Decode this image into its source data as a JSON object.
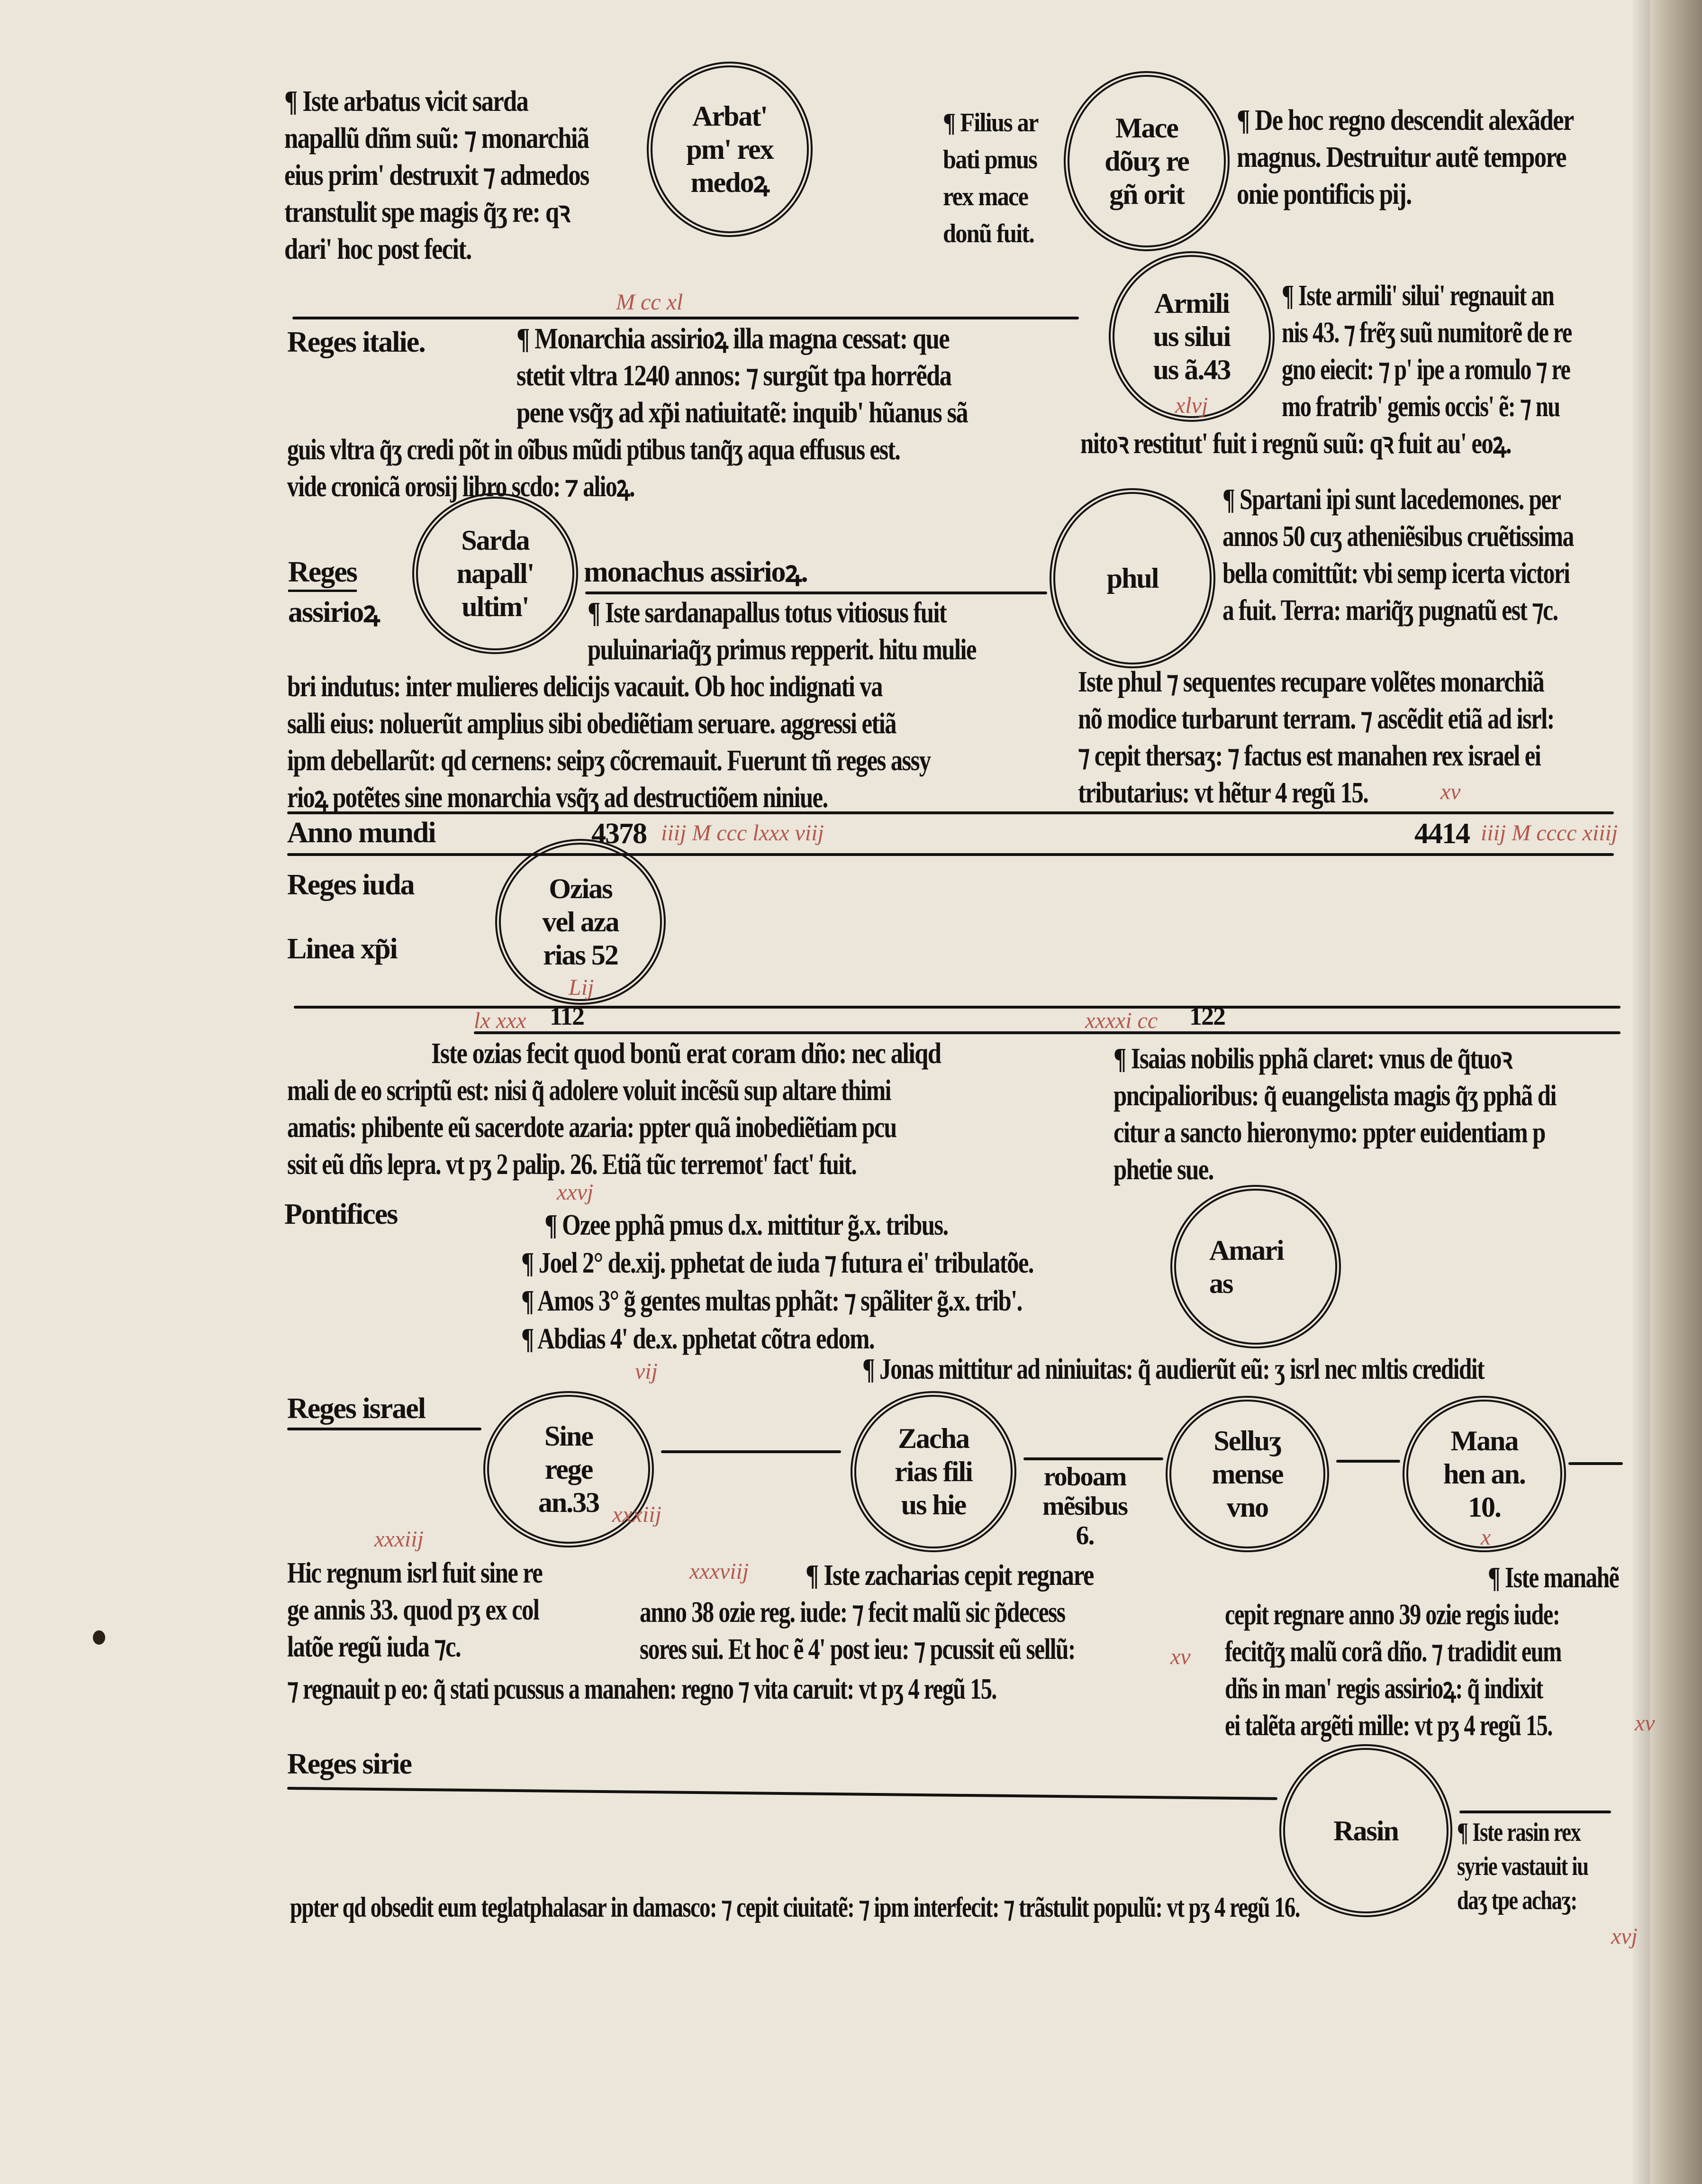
{
  "page": {
    "paper_color": "#ebe5da",
    "ink_color": "#141210",
    "rubric_color": "#b4574c"
  },
  "top": {
    "arbatus_note": [
      "¶ Iste arbatus vicit sarda",
      "napallũ dñm suũ: ⁊ monarchiã",
      "eius prim' destruxit ⁊ admedos",
      "transtulit spe magis q̃ʒ re: qꝛ",
      "dari' hoc post fecit."
    ],
    "arbatus_circle": [
      "Arbat'",
      "pm' rex",
      "medoꝝ"
    ],
    "filius_note": [
      "¶ Filius ar",
      "bati pmus",
      "rex mace",
      "donũ fuit."
    ],
    "mace_circle": [
      "Mace",
      "dõuʒ re",
      "gñ orit"
    ],
    "alexander_note": [
      "¶ De hoc regno descendit alexãder",
      "magnus. Destruitur autẽ tempore",
      "onie pontificis pij."
    ],
    "armilius_circle": [
      "Armili",
      "us silui",
      "us ã.43"
    ],
    "armilius_red": "xlvj",
    "armilius_note": [
      "¶ Iste armili' silui' regnauit an",
      "nis 43. ⁊ frẽʒ suũ numitorẽ de re",
      "gno eiecit: ⁊ p' ipe a romulo ⁊ re",
      "mo fratrib' gemis occis' ẽ: ⁊ nu"
    ],
    "armilius_last": "nitoꝛ restitut' fuit i regnũ suũ: qꝛ fuit au' eoꝝ."
  },
  "italie": {
    "label": "Reges italie.",
    "red": "M cc xl",
    "monarchia_note": [
      "¶ Monarchia assirioꝝ illa magna cessat: que",
      "stetit vltra 1240 annos: ⁊ surgũt tpa horrẽda",
      "pene vsq̃ʒ ad xp̃i natiuitatẽ: inquib' hũanus sã"
    ],
    "monarchia_cont": [
      "guis vltra q̃ʒ credi põt in oĩbus mũdi ptibus tanq̃ʒ aqua effusus est.",
      "vide cronicã orosij libro scdo: ⁊ alioꝝ."
    ]
  },
  "assyria": {
    "label_1": "Reges",
    "label_2": "assirioꝝ",
    "sarda_circle": [
      "Sarda",
      "napall'",
      "ultim'"
    ],
    "monachus": "monachus assirioꝝ.",
    "sarda_note": [
      "¶ Iste sardanapallus totus vitiosus fuit",
      "puluinariaq̃ʒ primus repperit. hitu mulie"
    ],
    "sarda_cont": [
      "bri indutus: inter mulieres delicijs vacauit. Ob hoc indignati va",
      "salli eius: noluerũt amplius sibi obediẽtiam seruare. aggressi etiã",
      "ipm debellarũt: qd cernens: seipʒ cõcremauit. Fuerunt tñ reges assy",
      "rioꝝ potẽtes sine monarchia vsq̃ʒ ad destructiõem niniue."
    ],
    "phul_circle": [
      "phul"
    ],
    "spartani_note": [
      "¶ Spartani ipi sunt lacedemones. per",
      "annos 50 cuʒ atheniẽsibus cruẽtissima",
      "bella comittũt: vbi semp icerta victori",
      "a fuit. Terra: mariq̃ʒ pugnatũ est ⁊c."
    ],
    "phul_note": [
      "Iste phul ⁊ sequentes recupare volẽtes monarchiã",
      "nõ modice turbarunt terram. ⁊ ascẽdit etiã ad isrl:",
      "⁊ cepit thersaʒ: ⁊ factus est manahen rex israel ei",
      "tributarius: vt hẽtur 4 regũ 15."
    ],
    "phul_red": "xv"
  },
  "anno": {
    "label": "Anno mundi",
    "year_1": "4378",
    "year_1_red": "iiij M ccc lxxx viij",
    "year_2": "4414",
    "year_2_red": "iiij M cccc xiiij"
  },
  "iuda": {
    "label_1": "Reges iuda",
    "label_2": "Linea xp̃i",
    "ozias_circle": [
      "Ozias",
      "vel aza",
      "rias 52"
    ],
    "ozias_red": "Lij",
    "red_1": "lx xxx",
    "num_1": "112",
    "red_2": "xxxxi cc",
    "num_2": "122",
    "ozias_note": [
      "Iste ozias fecit quod bonũ erat coram dño: nec aliqd"
    ],
    "ozias_cont": [
      "mali de eo scriptũ est: nisi q̃ adolere voluit incẽsũ sup altare thimi",
      "amatis: phibente eũ sacerdote azaria: ppter quã inobediẽtiam pcu",
      "ssit eũ dñs lepra. vt pʒ 2 palip. 26. Etiã tũc terremot' fact' fuit."
    ],
    "isaias_note": [
      "¶ Isaias nobilis pphã claret: vnus de q̃tuoꝛ",
      "pncipalioribus: q̃ euangelista magis q̃ʒ pphã di",
      "citur a sancto hieronymo: ppter euidentiam p",
      "phetie sue."
    ]
  },
  "pontifices": {
    "label": "Pontifices",
    "red_1": "xxvj",
    "red_2": "vij",
    "lines": [
      "¶ Ozee pphã pmus d.x. mittitur g̃.x. tribus.",
      "¶ Joel 2° de.xij. pphetat de iuda ⁊ futura ei' tribulatõe.",
      "¶ Amos 3° g̃ gentes multas pphãt: ⁊ spãliter g̃.x. trib'.",
      "¶ Abdias 4' de.x. pphetat cõtra edom."
    ],
    "amarias_circle": [
      "Amari",
      "as"
    ],
    "jonas": "¶ Jonas mittitur ad niniuitas: q̃ audierũt eũ: ʒ isrl nec mltis credidit"
  },
  "israel": {
    "label": "Reges israel",
    "sine_circle": [
      "Sine",
      "rege",
      "an.33"
    ],
    "sine_red": "xxxiij",
    "zacharias_circle": [
      "Zacha",
      "rias fili",
      "us hie"
    ],
    "roboam": [
      "roboam",
      "mẽsibus",
      "6."
    ],
    "sellum_circle": [
      "Selluʒ",
      "mense",
      "vno"
    ],
    "manahen_circle": [
      "Mana",
      "hen an.",
      "10."
    ],
    "manahen_red": "x",
    "hic_note": [
      "Hic regnum isrl fuit sine re",
      "ge annis 33. quod pʒ ex col",
      "latõe regũ iuda ⁊c."
    ],
    "hic_red": "xxxiij",
    "zach_red": "xxxviij",
    "zach_note_1": "¶ Iste zacharias cepit regnare",
    "zach_note": [
      "anno 38 ozie reg. iude: ⁊ fecit malũ sic p̃decess",
      "sores sui. Et hoc ẽ 4' post ieu: ⁊ pcussit eũ sellũ:"
    ],
    "zach_last": "⁊ regnauit p eo: q̃ stati pcussus a manahen: regno ⁊ vita caruit: vt pʒ 4 regũ 15.",
    "zach_red_2": "xv",
    "manahen_note_1": "¶ Iste manahẽ",
    "manahen_note": [
      "cepit regnare anno 39 ozie regis iude:",
      "fecitq̃ʒ malũ corã dño. ⁊ tradidit eum",
      "dñs in man' regis assirioꝝ: q̃ indixit",
      "ei talẽta argẽti mille: vt pʒ 4 regũ 15."
    ],
    "manahen_red_2": "xv"
  },
  "sirie": {
    "label": "Reges sirie",
    "rasin_circle": [
      "Rasin"
    ],
    "rasin_note": [
      "¶ Iste rasin rex",
      "syrie vastauit iu",
      "daʒ tpe achaʒ:"
    ],
    "bottom_line": "ppter qd obsedit eum teglatphalasar in damasco: ⁊ cepit ciuitatẽ: ⁊ ipm interfecit: ⁊ trãstulit populũ: vt pʒ 4 regũ 16.",
    "bottom_red": "xvj"
  }
}
